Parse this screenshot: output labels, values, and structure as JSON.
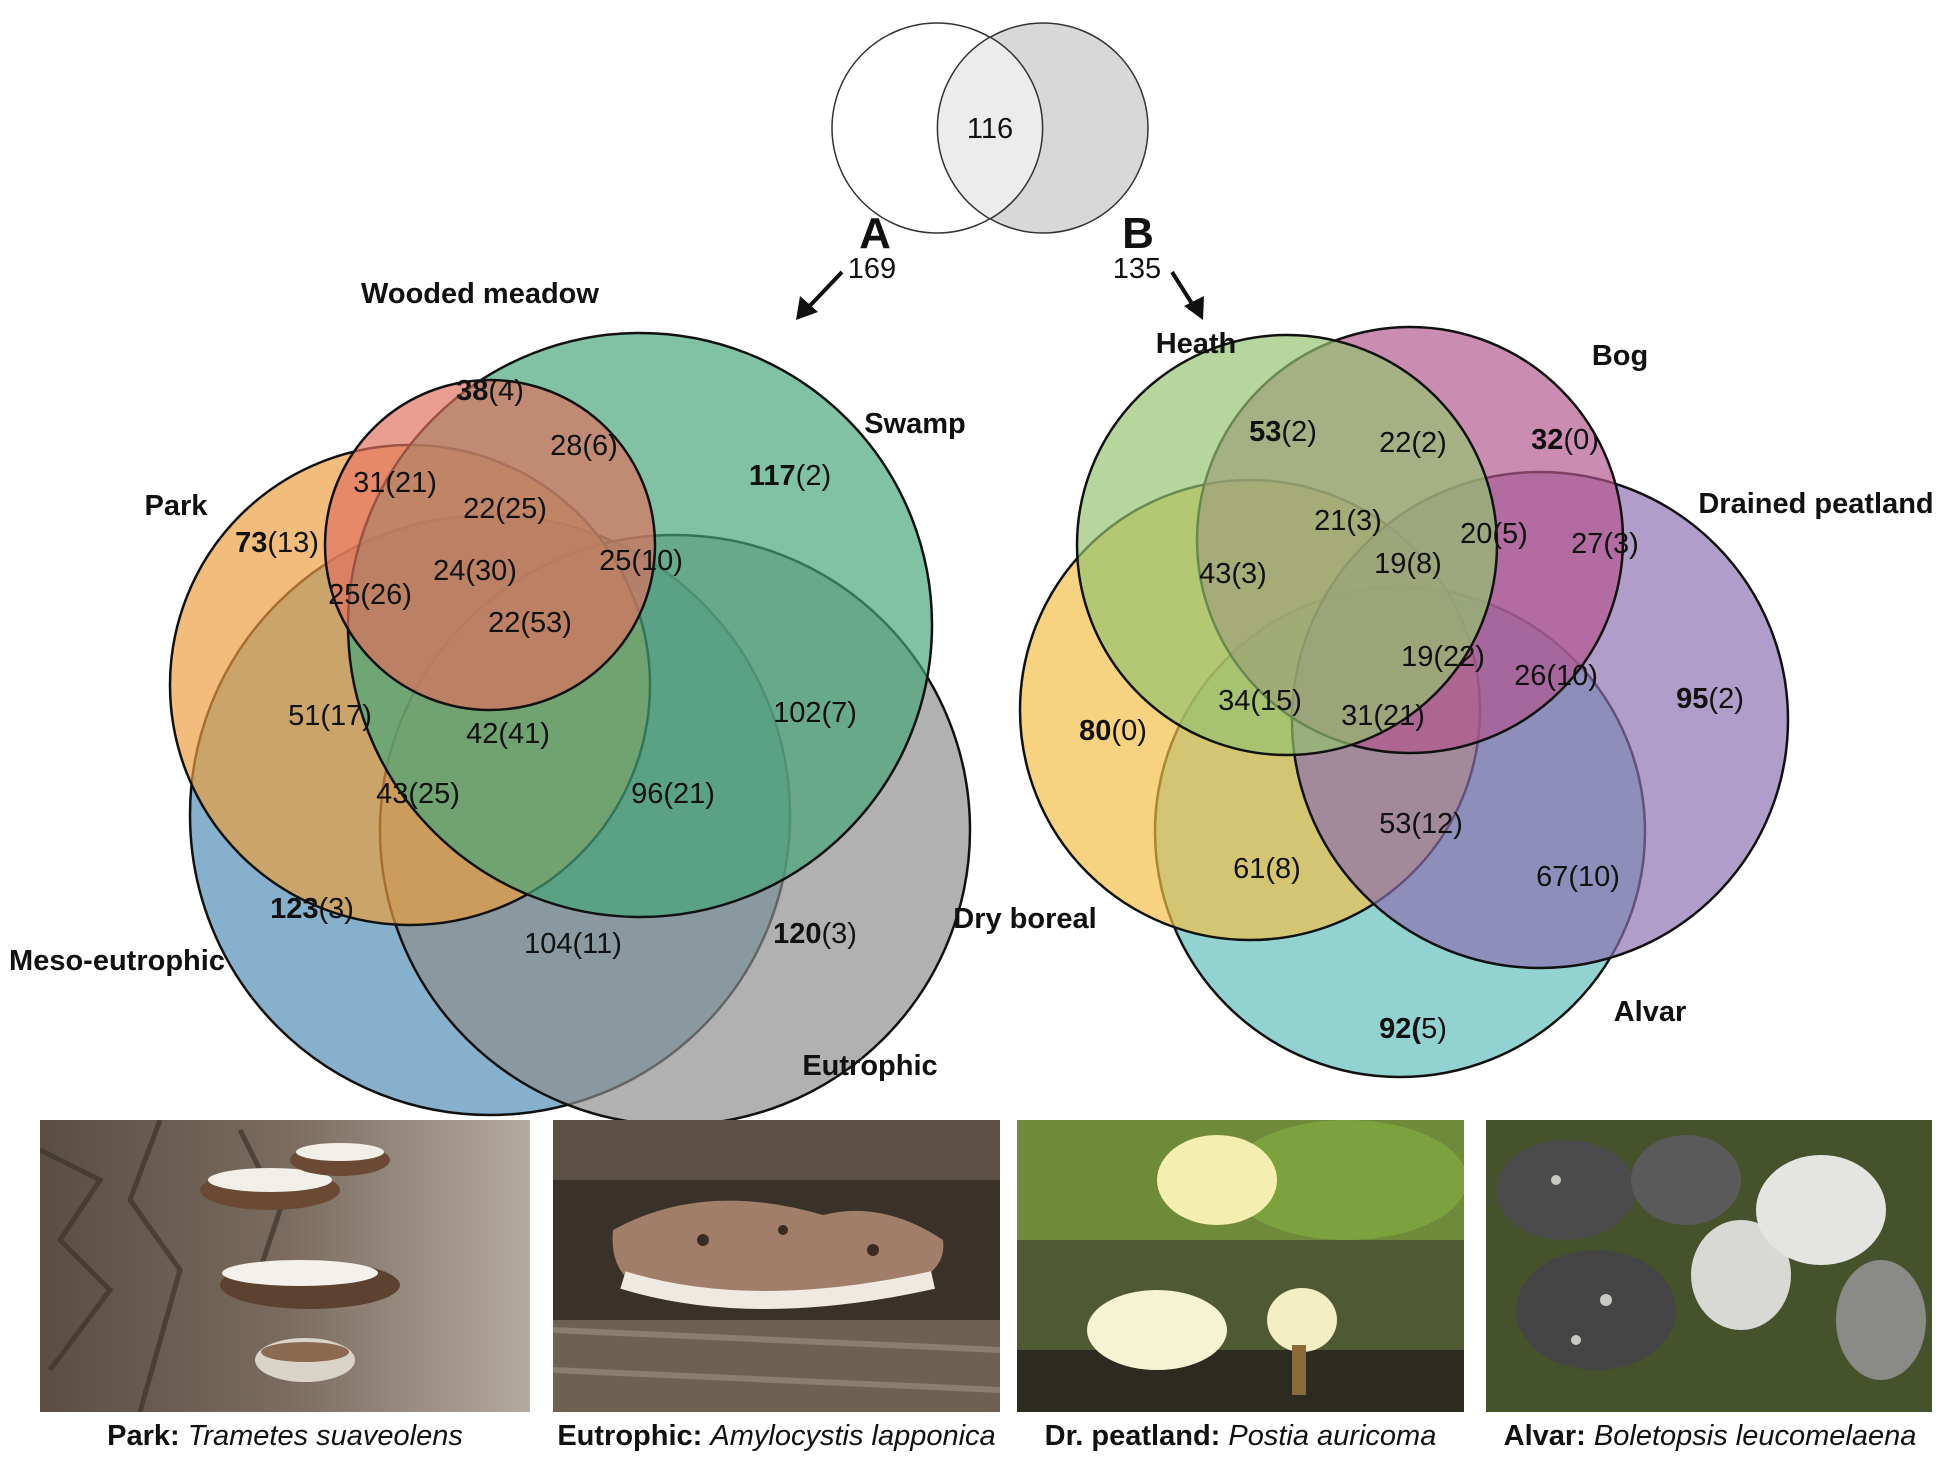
{
  "top_venn": {
    "intersection": "116"
  },
  "panel_a": {
    "letter": "A",
    "count": "169",
    "sets": {
      "wooded_meadow": "Wooded meadow",
      "swamp": "Swamp",
      "park": "Park",
      "meso_eutrophic": "Meso-eutrophic",
      "eutrophic": "Eutrophic"
    },
    "regions": {
      "wm_only_n": "38",
      "wm_only_p": "(4)",
      "swamp_only_n": "117",
      "swamp_only_p": "(2)",
      "park_only_n": "73",
      "park_only_p": "(13)",
      "meso_only_n": "123",
      "meso_only_p": "(3)",
      "eut_only_n": "120",
      "eut_only_p": "(3)",
      "r1": "28(6)",
      "r2": "31(21)",
      "r3": "22(25)",
      "r4": "25(10)",
      "r5": "25(26)",
      "r6": "24(30)",
      "r7": "22(53)",
      "r8": "51(17)",
      "r9": "102(7)",
      "r10": "42(41)",
      "r11": "96(21)",
      "r12": "43(25)",
      "r13": "104(11)"
    }
  },
  "panel_b": {
    "letter": "B",
    "count": "135",
    "sets": {
      "heath": "Heath",
      "bog": "Bog",
      "drained_peatland": "Drained peatland",
      "dry_boreal": "Dry boreal",
      "alvar": "Alvar"
    },
    "regions": {
      "heath_only_n": "53",
      "heath_only_p": "(2)",
      "bog_only_n": "32",
      "bog_only_p": "(0)",
      "drained_only_n": "95",
      "drained_only_p": "(2)",
      "dry_only_n": "80",
      "dry_only_p": "(0)",
      "alvar_only_n": "92(",
      "alvar_only_p": "5)",
      "r1": "22(2)",
      "r2": "21(3)",
      "r3": "20(5)",
      "r4": "27(3)",
      "r5": "43(3)",
      "r6": "19(8)",
      "r7": "19(22)",
      "r8": "26(10)",
      "r9": "34(15)",
      "r10": "31(21)",
      "r11": "53(12)",
      "r12": "61(8)",
      "r13": "67(10)"
    }
  },
  "photos": [
    {
      "habitat": "Park:",
      "species": "Trametes suaveolens"
    },
    {
      "habitat": "Eutrophic:",
      "species": "Amylocystis lapponica"
    },
    {
      "habitat": "Dr. peatland:",
      "species": "Postia auricoma"
    },
    {
      "habitat": "Alvar:",
      "species": "Boletopsis leucomelaena"
    }
  ],
  "colors": {
    "wooded_meadow": "#e0705f",
    "swamp": "#46a57b",
    "park": "#ec9e3e",
    "meso_eutrophic": "#4c8bb3",
    "eutrophic": "#8c8c8c",
    "heath": "#93c26e",
    "bog": "#b3568e",
    "drained_peatland": "#8a6faf",
    "dry_boreal": "#f3be45",
    "alvar": "#5fbdbb"
  }
}
